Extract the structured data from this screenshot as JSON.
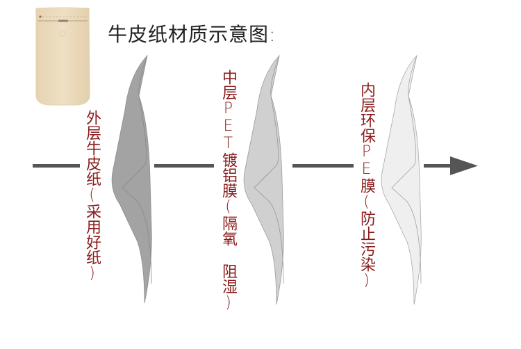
{
  "title": "牛皮纸材质示意图:",
  "product_image": {
    "name": "kraft-paper-bag",
    "color": "#ecdcbe"
  },
  "layers": [
    {
      "label": "外层牛皮纸(采用好纸)",
      "fill": "#a3a3a3",
      "stroke": "#8c8c8c"
    },
    {
      "label": "中层PET镀铝膜(隔氧 阻湿)",
      "fill": "#d0d0d0",
      "stroke": "#9a9a9a"
    },
    {
      "label": "内层环保PE膜(防止污染)",
      "fill": "#efefef",
      "stroke": "#a8a8a8"
    }
  ],
  "colors": {
    "label_text": "#8a1c1c",
    "arrow": "#555555",
    "title_text": "#222222"
  }
}
